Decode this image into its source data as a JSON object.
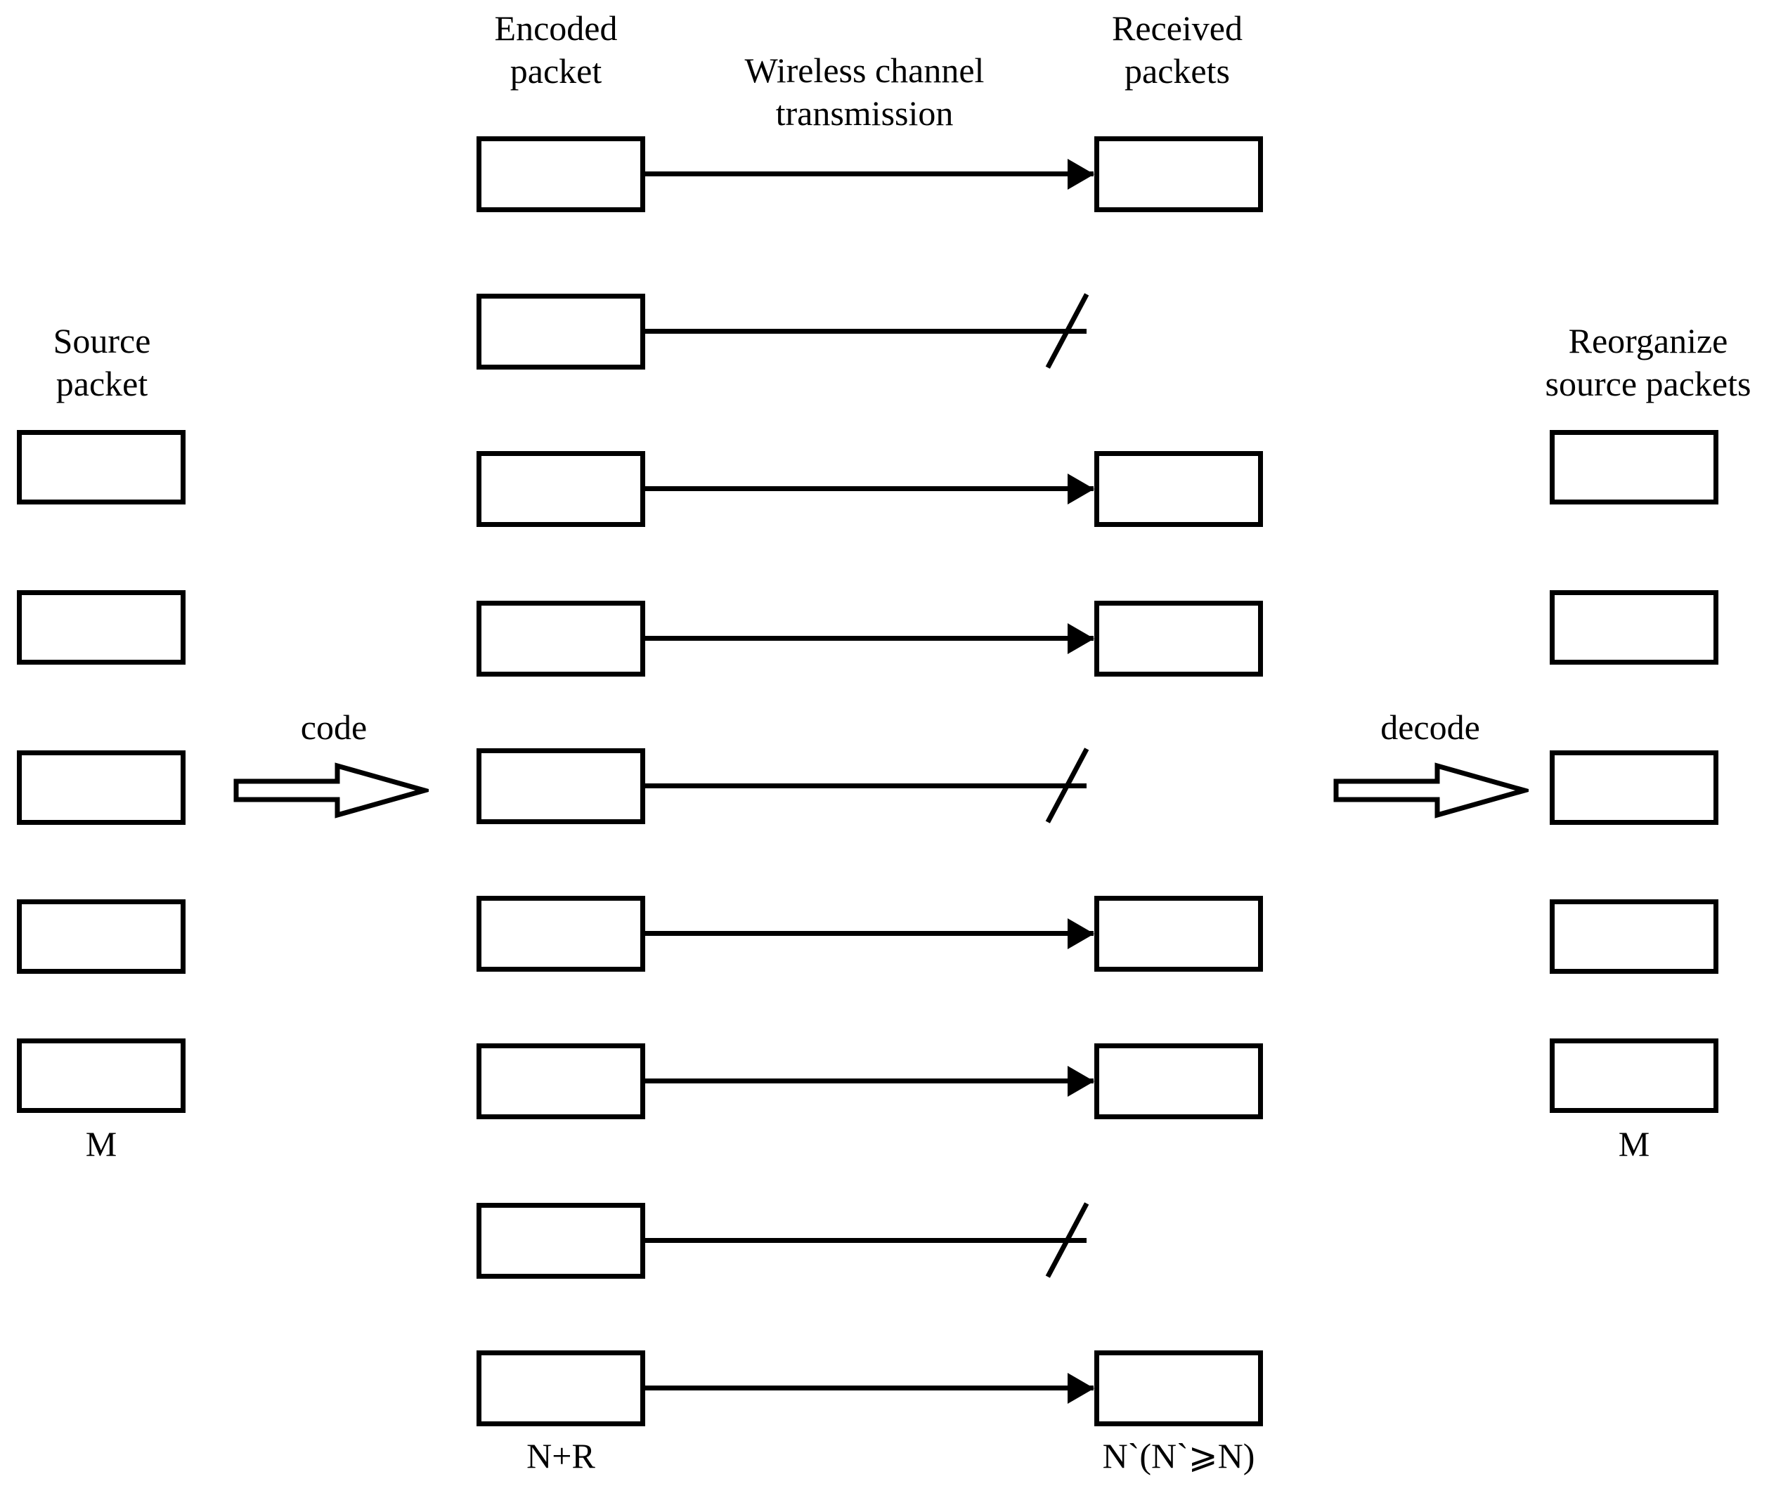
{
  "diagram": {
    "title_labels": {
      "source": "Source\npacket",
      "encoded": "Encoded\npacket",
      "channel": "Wireless channel\ntransmission",
      "received": "Received\npackets",
      "reorganize": "Reorganize\nsource packets"
    },
    "process_arrows": {
      "code": "code",
      "decode": "decode"
    },
    "count_labels": {
      "source_count": "M",
      "encoded_count": "N+R",
      "received_count": "N`(N`⩾N)",
      "reorganized_count": "M"
    },
    "columns": {
      "source_packets": [
        {
          "index": 1,
          "label": ""
        },
        {
          "index": 2,
          "label": ""
        },
        {
          "index": 3,
          "label": ""
        },
        {
          "index": 4,
          "label": ""
        },
        {
          "index": 5,
          "label": ""
        }
      ],
      "encoded_packets": [
        {
          "index": 1,
          "label": "",
          "transmission": "received"
        },
        {
          "index": 2,
          "label": "",
          "transmission": "lost"
        },
        {
          "index": 3,
          "label": "",
          "transmission": "received"
        },
        {
          "index": 4,
          "label": "",
          "transmission": "received"
        },
        {
          "index": 5,
          "label": "",
          "transmission": "lost"
        },
        {
          "index": 6,
          "label": "",
          "transmission": "received"
        },
        {
          "index": 7,
          "label": "",
          "transmission": "received"
        },
        {
          "index": 8,
          "label": "",
          "transmission": "lost"
        },
        {
          "index": 9,
          "label": "",
          "transmission": "received"
        }
      ],
      "received_packets": [
        {
          "index": 1,
          "label": ""
        },
        {
          "index": 2,
          "label": ""
        },
        {
          "index": 3,
          "label": ""
        },
        {
          "index": 4,
          "label": ""
        },
        {
          "index": 5,
          "label": ""
        },
        {
          "index": 6,
          "label": ""
        }
      ],
      "reorganized_packets": [
        {
          "index": 1,
          "label": ""
        },
        {
          "index": 2,
          "label": ""
        },
        {
          "index": 3,
          "label": ""
        },
        {
          "index": 4,
          "label": ""
        },
        {
          "index": 5,
          "label": ""
        }
      ]
    },
    "colors": {
      "stroke": "#000000",
      "background": "#ffffff"
    }
  }
}
